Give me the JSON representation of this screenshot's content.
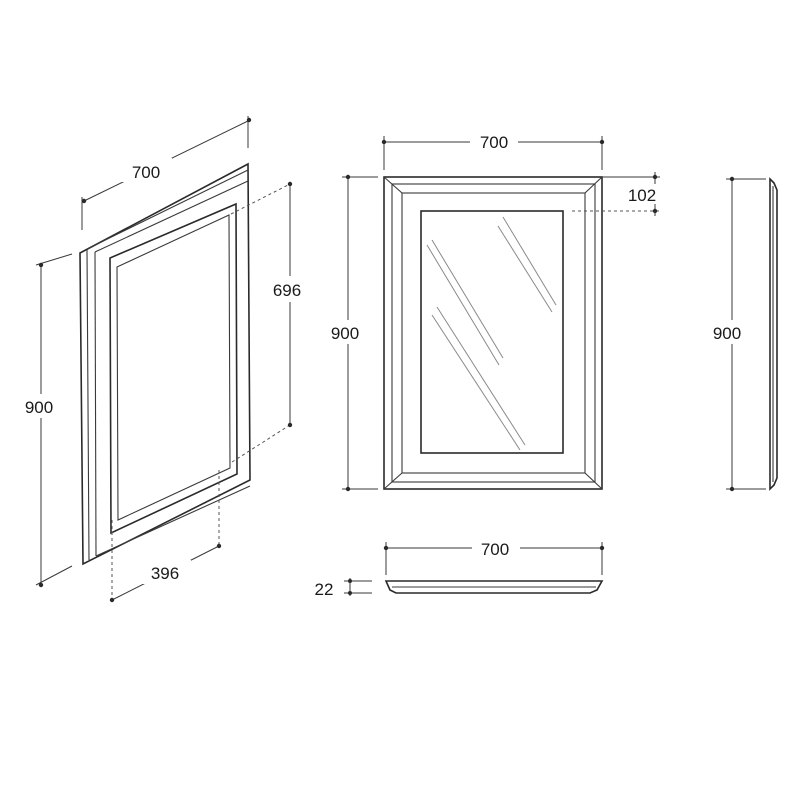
{
  "perspective_view": {
    "width_label": "700",
    "height_label": "900",
    "inner_height_label": "696",
    "inner_width_label": "396"
  },
  "front_view": {
    "width_label": "700",
    "height_label": "900",
    "frame_label": "102"
  },
  "side_view": {
    "height_label": "900"
  },
  "top_view": {
    "width_label": "700",
    "depth_label": "22"
  }
}
